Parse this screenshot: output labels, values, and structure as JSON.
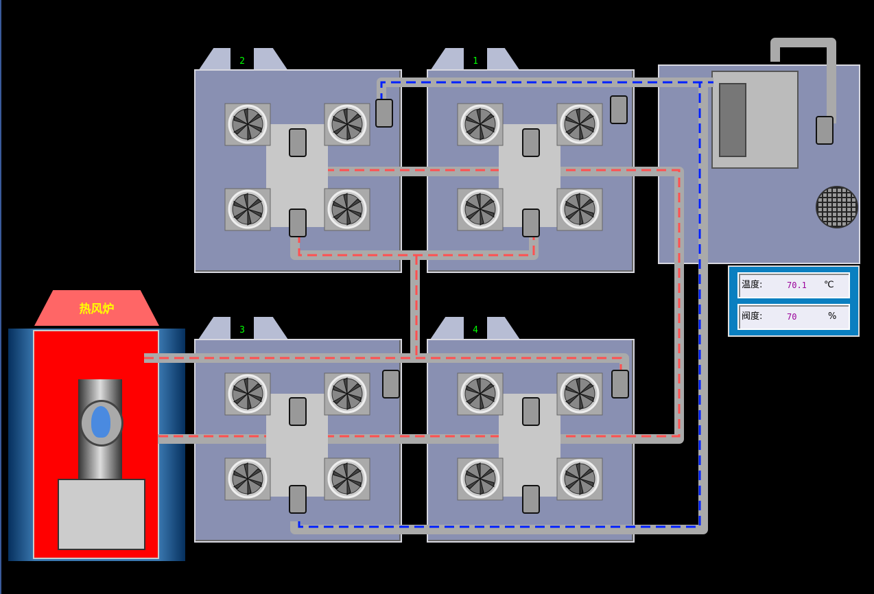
{
  "chambers": [
    {
      "id": "2"
    },
    {
      "id": "1"
    },
    {
      "id": "3"
    },
    {
      "id": "4"
    }
  ],
  "furnace": {
    "label": "热风炉"
  },
  "status": {
    "temperature_label": "温度:",
    "temperature_value": "70.1",
    "temperature_unit": "℃",
    "valve_label": "阀度:",
    "valve_value": "70",
    "valve_unit": "%"
  },
  "colors": {
    "hot_flow": "#ff5050",
    "return_flow": "#0020ff",
    "chamber": "#8990b2"
  }
}
